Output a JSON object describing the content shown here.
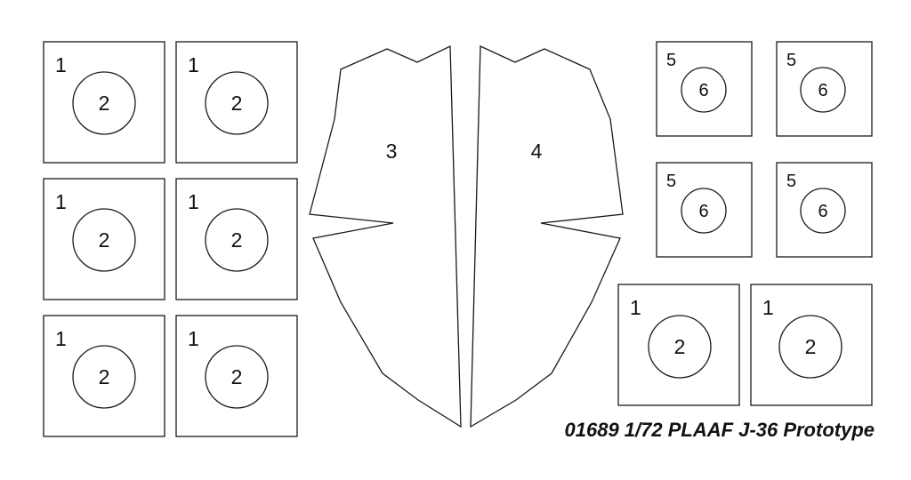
{
  "title": "01689 1/72 PLAAF J-36 Prototype",
  "colors": {
    "line": "#1a1a1a",
    "text": "#111111",
    "background": "#ffffff"
  },
  "parts": {
    "large_square_outer": "1",
    "large_square_inner": "2",
    "small_square_outer": "5",
    "small_square_inner": "6",
    "left_panel": "3",
    "right_panel": "4"
  }
}
